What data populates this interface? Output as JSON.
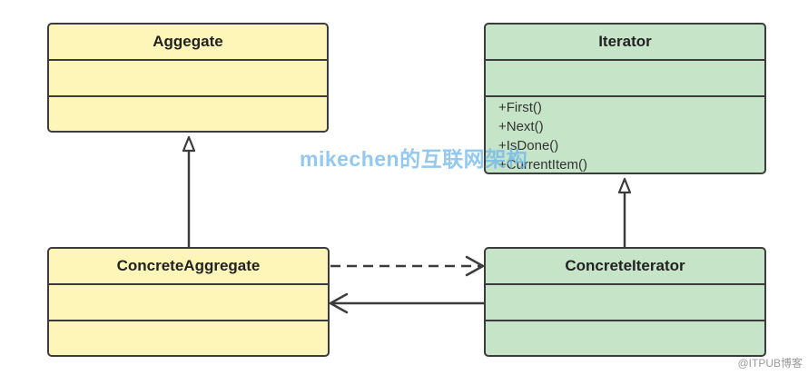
{
  "classes": {
    "aggregate": {
      "name": "Aggegate"
    },
    "iterator": {
      "name": "Iterator",
      "operations": [
        "+First()",
        "+Next()",
        "+IsDone()",
        "+CurrentItem()"
      ]
    },
    "concrete_aggregate": {
      "name": "ConcreteAggregate"
    },
    "concrete_iterator": {
      "name": "ConcreteIterator"
    }
  },
  "relations": [
    {
      "type": "inheritance",
      "from": "ConcreteAggregate",
      "to": "Aggegate"
    },
    {
      "type": "inheritance",
      "from": "ConcreteIterator",
      "to": "Iterator"
    },
    {
      "type": "dependency",
      "from": "ConcreteAggregate",
      "to": "ConcreteIterator"
    },
    {
      "type": "association",
      "from": "ConcreteIterator",
      "to": "ConcreteAggregate"
    }
  ],
  "colors": {
    "abstract_fill": "#fdf6b8",
    "iterator_fill": "#c6e5c8",
    "stroke": "#3c3c3c",
    "watermark": "#6fb6ec"
  },
  "watermark": {
    "text": "mikechen的互联网架构"
  },
  "credit": {
    "text": "@ITPUB博客"
  }
}
